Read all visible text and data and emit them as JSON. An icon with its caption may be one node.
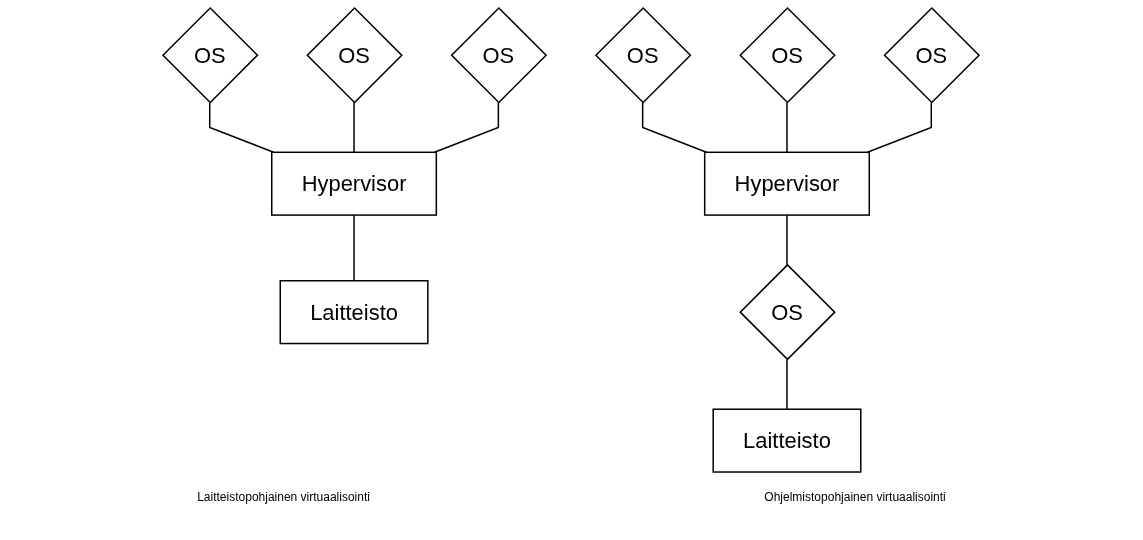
{
  "diagram": {
    "nodes": [
      {
        "text": [
          "OS"
        ]
      },
      {
        "text": [
          "OS"
        ]
      },
      {
        "text": [
          "OS"
        ]
      },
      {
        "text": [
          "Hypervisor"
        ]
      },
      {
        "text": [
          "Laitteisto"
        ]
      },
      {
        "text": [
          "OS"
        ]
      },
      {
        "text": [
          "OS"
        ]
      },
      {
        "text": [
          "OS"
        ]
      },
      {
        "text": [
          "Hypervisor"
        ]
      },
      {
        "text": [
          "OS"
        ]
      },
      {
        "text": [
          "Laitteisto"
        ]
      }
    ],
    "edges": [
      {
        "from": 0,
        "to": 3,
        "arrow": "none"
      },
      {
        "from": 1,
        "to": 3,
        "arrow": "none"
      },
      {
        "from": 2,
        "to": 3,
        "arrow": "none"
      },
      {
        "from": 3,
        "to": 4,
        "arrow": "none"
      },
      {
        "from": 5,
        "to": 8,
        "arrow": "none"
      },
      {
        "from": 6,
        "to": 8,
        "arrow": "none"
      },
      {
        "from": 7,
        "to": 8,
        "arrow": "none"
      },
      {
        "from": 8,
        "to": 9,
        "arrow": "none"
      },
      {
        "from": 9,
        "to": 10,
        "arrow": "none"
      }
    ],
    "labels": [
      "Laitteistopohjainen virtuaalisointi",
      "Ohjelmistopohjainen virtuaalisointi"
    ]
  }
}
